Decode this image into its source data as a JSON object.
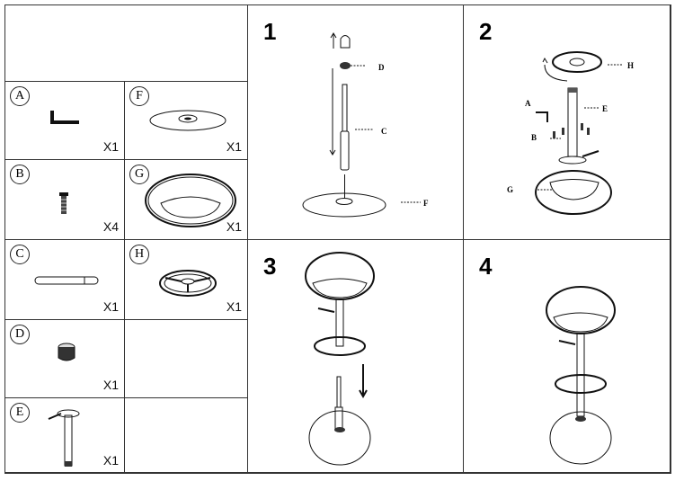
{
  "parts": [
    {
      "letter": "A",
      "qty": "X1"
    },
    {
      "letter": "F",
      "qty": "X1"
    },
    {
      "letter": "B",
      "qty": "X4"
    },
    {
      "letter": "G",
      "qty": "X1"
    },
    {
      "letter": "C",
      "qty": "X1"
    },
    {
      "letter": "H",
      "qty": "X1"
    },
    {
      "letter": "D",
      "qty": "X1"
    },
    {
      "letter": "E",
      "qty": "X1"
    }
  ],
  "steps": [
    {
      "number": "1",
      "callouts": [
        "D",
        "C",
        "F"
      ]
    },
    {
      "number": "2",
      "callouts": [
        "H",
        "A",
        "E",
        "B",
        "G"
      ]
    },
    {
      "number": "3"
    },
    {
      "number": "4"
    }
  ]
}
